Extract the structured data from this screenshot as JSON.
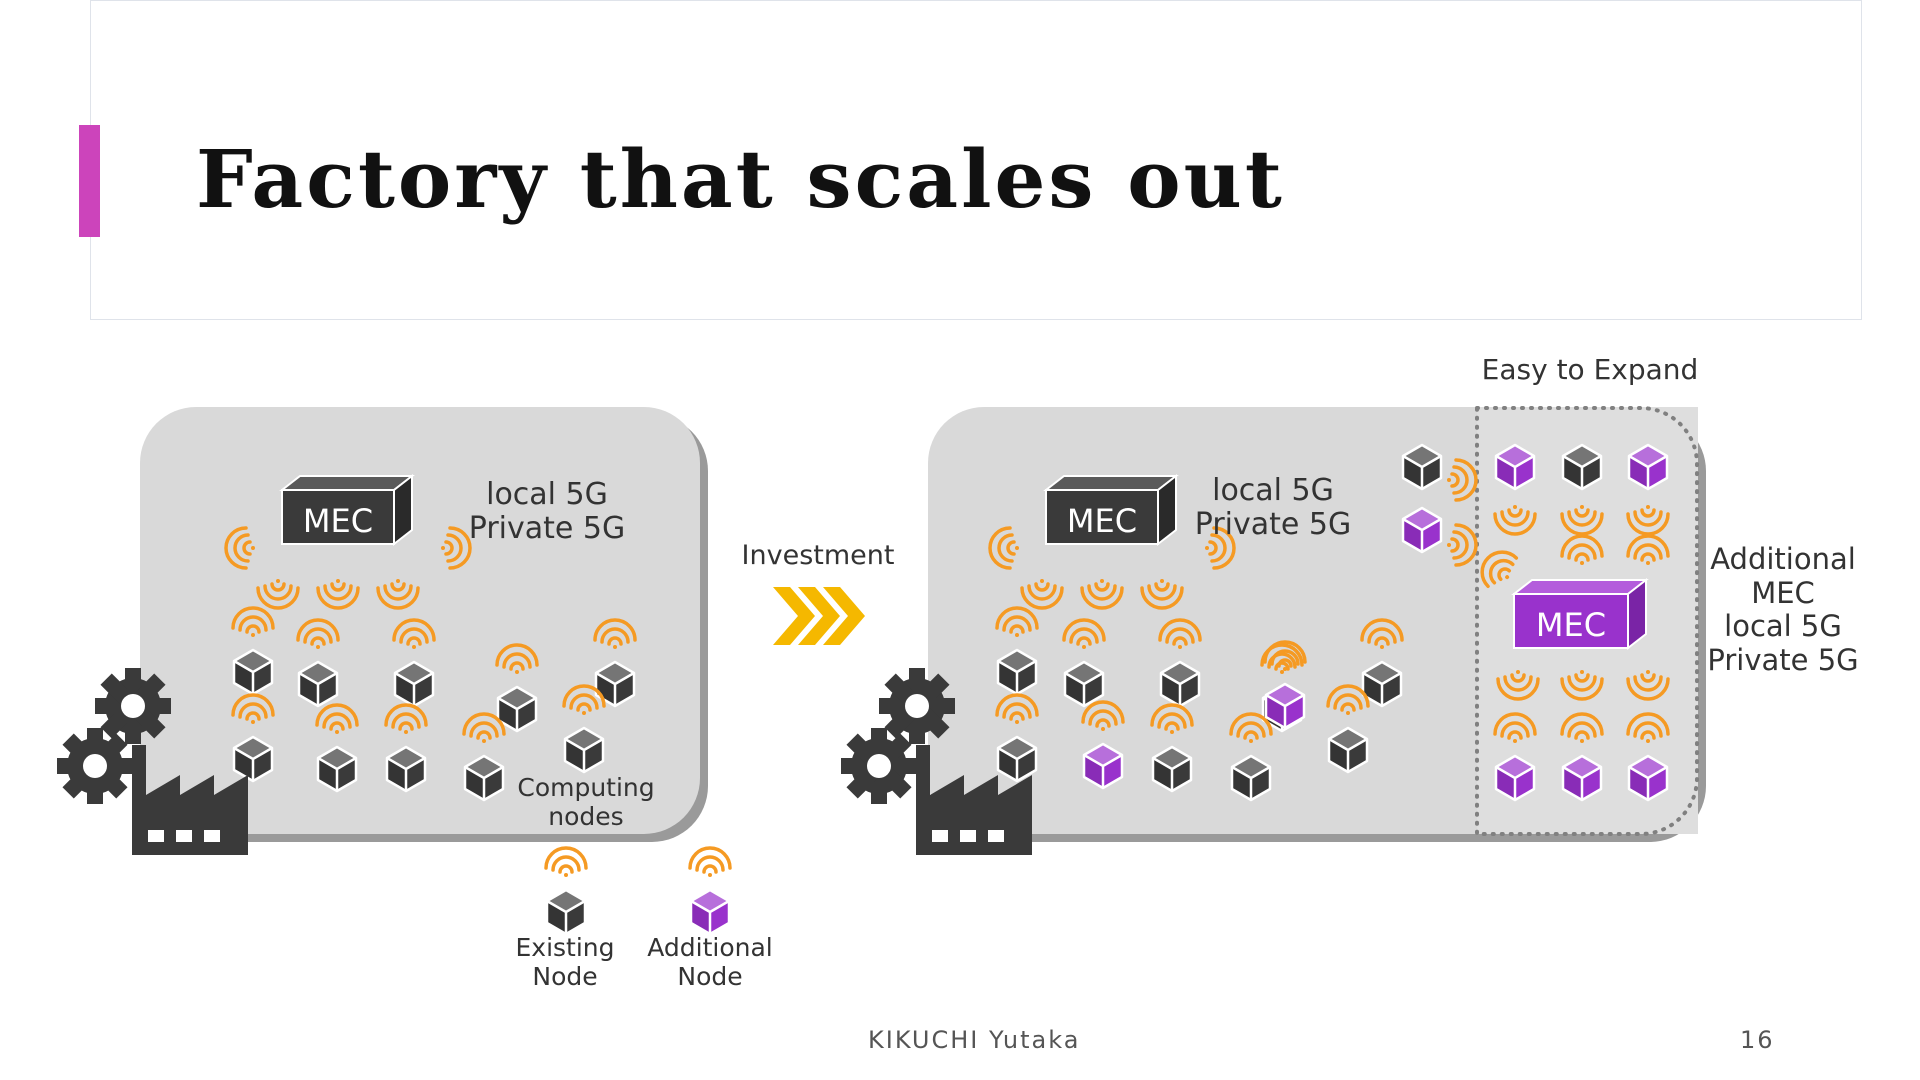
{
  "slide": {
    "title": "Factory that scales out",
    "accent_color": "#cc44bb",
    "author": "KIKUCHI Yutaka",
    "page_number": "16"
  },
  "left_panel": {
    "mec_label": "MEC",
    "network_label": [
      "local 5G",
      "Private 5G"
    ],
    "computing_label": [
      "Computing",
      "nodes"
    ]
  },
  "arrow": {
    "label": "Investment",
    "color": "#f5b800"
  },
  "right_panel": {
    "mec_label": "MEC",
    "network_label": [
      "local 5G",
      "Private 5G"
    ],
    "expansion_label": "Easy to Expand",
    "additional_mec_label": "MEC",
    "additional_label": [
      "Additional",
      "MEC",
      "local 5G",
      "Private 5G"
    ]
  },
  "legend": {
    "existing": [
      "Existing",
      "Node"
    ],
    "additional": [
      "Additional",
      "Node"
    ]
  },
  "colors": {
    "existing_node": "#3a3a3a",
    "additional_node": "#9932cc",
    "signal": "#f59a23",
    "panel": "#d9d9d9"
  },
  "icons": [
    "cube-icon",
    "wifi-signal-icon",
    "gear-icon",
    "factory-icon",
    "chevron-right-icon"
  ]
}
